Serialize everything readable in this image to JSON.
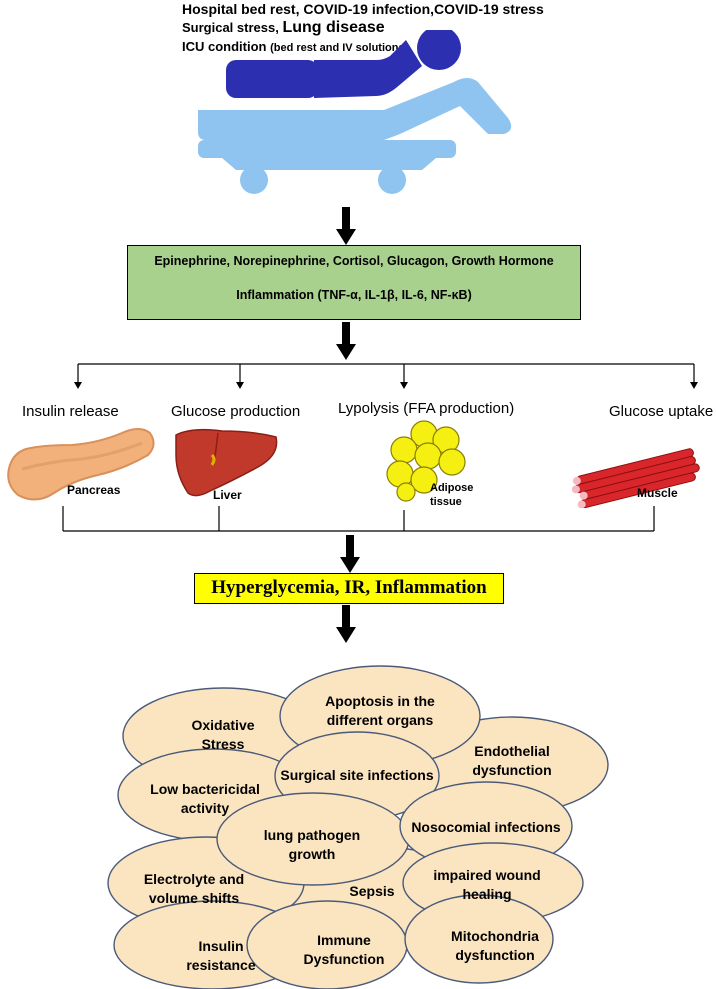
{
  "header": {
    "line1": "Hospital bed rest, COVID-19 infection,COVID-19 stress",
    "line2a": "Surgical stress, ",
    "line2b": "Lung disease",
    "line3a": "ICU condition ",
    "line3b": "(bed rest and IV solutions)"
  },
  "hormones": {
    "line1": "Epinephrine, Norepinephrine, Cortisol, Glucagon, Growth Hormone",
    "line2": "Inflammation (TNF-α, IL-1β, IL-6, NF-κB)"
  },
  "organs": [
    {
      "title": "Insulin release",
      "label": "Pancreas"
    },
    {
      "title": "Glucose production",
      "label": "Liver"
    },
    {
      "title": "Lypolysis (FFA production)",
      "label": "Adipose tissue"
    },
    {
      "title": "Glucose uptake",
      "label": "Muscle"
    }
  ],
  "outcome": "Hyperglycemia, IR, Inflammation",
  "effects": [
    "Oxidative Stress",
    "Apoptosis in the different organs",
    "Endothelial dysfunction",
    "Low bactericidal activity",
    "Surgical site infections",
    "lung pathogen growth",
    "Nosocomial infections",
    "Electrolyte and volume shifts",
    "Sepsis",
    "impaired wound healing",
    "Insulin resistance",
    "Immune Dysfunction",
    "Mitochondria dysfunction"
  ],
  "colors": {
    "patient": "#2b2fb0",
    "bed": "#8ec4ef",
    "hormone_box": "#a9d18e",
    "outcome_box": "#ffff00",
    "ellipse": "#fbe5c0",
    "liver": "#c0392b",
    "fat": "#f5ef12",
    "muscle": "#d9262a",
    "pancreas": "#f2b07a"
  }
}
